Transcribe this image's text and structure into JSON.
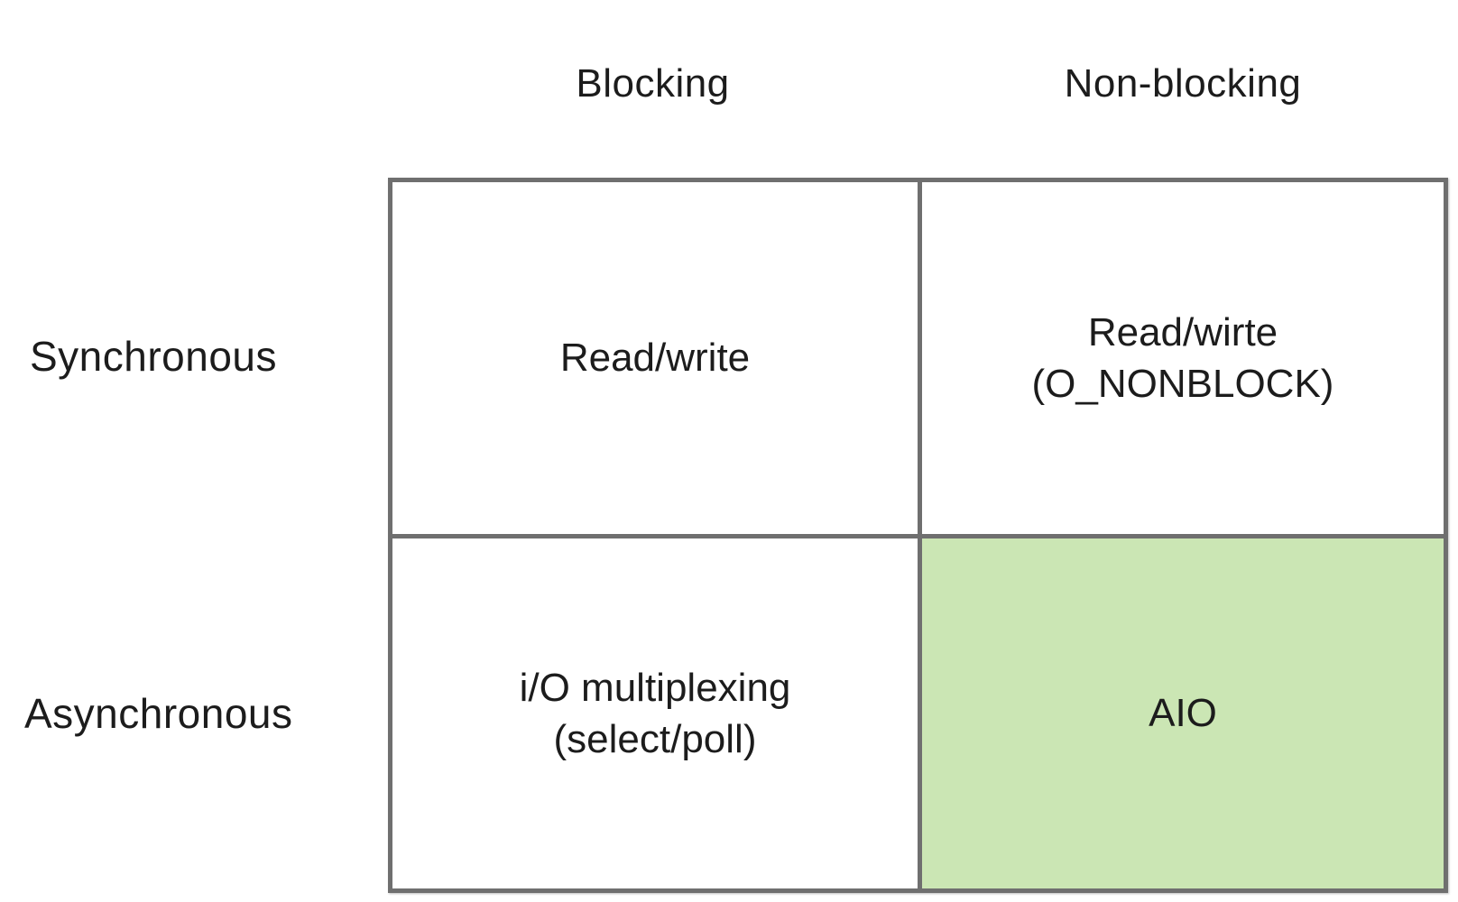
{
  "matrix": {
    "column_headers": [
      "Blocking",
      "Non-blocking"
    ],
    "row_headers": [
      "Synchronous",
      "Asynchronous"
    ],
    "cells": [
      {
        "row": "Synchronous",
        "col": "Blocking",
        "lines": [
          "Read/write"
        ],
        "highlighted": false
      },
      {
        "row": "Synchronous",
        "col": "Non-blocking",
        "lines": [
          "Read/wirte",
          "(O_NONBLOCK)"
        ],
        "highlighted": false
      },
      {
        "row": "Asynchronous",
        "col": "Blocking",
        "lines": [
          "i/O multiplexing",
          "(select/poll)"
        ],
        "highlighted": false
      },
      {
        "row": "Asynchronous",
        "col": "Non-blocking",
        "lines": [
          "AIO"
        ],
        "highlighted": true
      }
    ],
    "colors": {
      "highlight_fill": "#cbe6b4",
      "border": "#6f6f6f",
      "text": "#1c1c1c",
      "background": "#ffffff"
    }
  }
}
